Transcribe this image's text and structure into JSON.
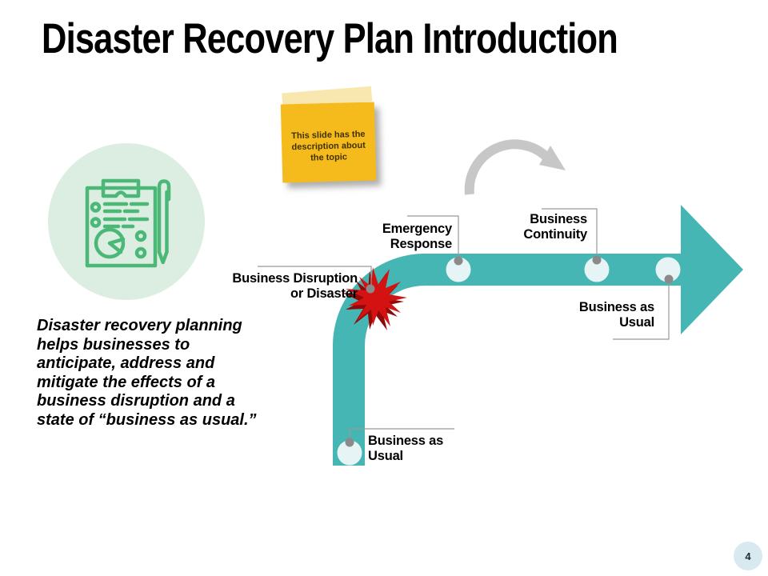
{
  "slide": {
    "title": "Disaster Recovery Plan Introduction",
    "page_number": "4"
  },
  "sticky_note": {
    "lines": [
      "This slide has the",
      "description about",
      "the topic"
    ]
  },
  "description": {
    "lines": [
      "Disaster recovery planning",
      "helps businesses to",
      "anticipate, address and",
      "mitigate the effects of a",
      "business disruption and a",
      "state of “business as usual.”"
    ]
  },
  "timeline": {
    "stages": [
      {
        "label": "Business as Usual",
        "position": "bottom-of-vertical-band"
      },
      {
        "label": "Business Disruption or Disaster",
        "position": "curve-starburst"
      },
      {
        "label": "Emergency Response",
        "position": "top-of-horizontal-band"
      },
      {
        "label": "Business Continuity",
        "position": "top-of-horizontal-band"
      },
      {
        "label": "Business as Usual",
        "position": "below-horizontal-band"
      }
    ]
  },
  "icons": {
    "left_badge": "clipboard-report-with-pen-icon",
    "loop_arrow": "curved-recovery-arrow-icon",
    "disruption": "red-starburst-explosion-icon"
  },
  "colors": {
    "teal": "#45B6B3",
    "marker": "#E6F4F5",
    "dot": "#8A8A8A",
    "red": "#D51212",
    "reddark": "#8F0909",
    "yellow": "#F5BB1D",
    "strip": "#F8E8AF",
    "notetext": "#3F3200",
    "green": "#4CB878",
    "greenbg": "#DCEEE1",
    "arc": "#C7C7C7",
    "leader": "#999999",
    "pagebg": "#D8EAF0",
    "ink": "#000000"
  }
}
